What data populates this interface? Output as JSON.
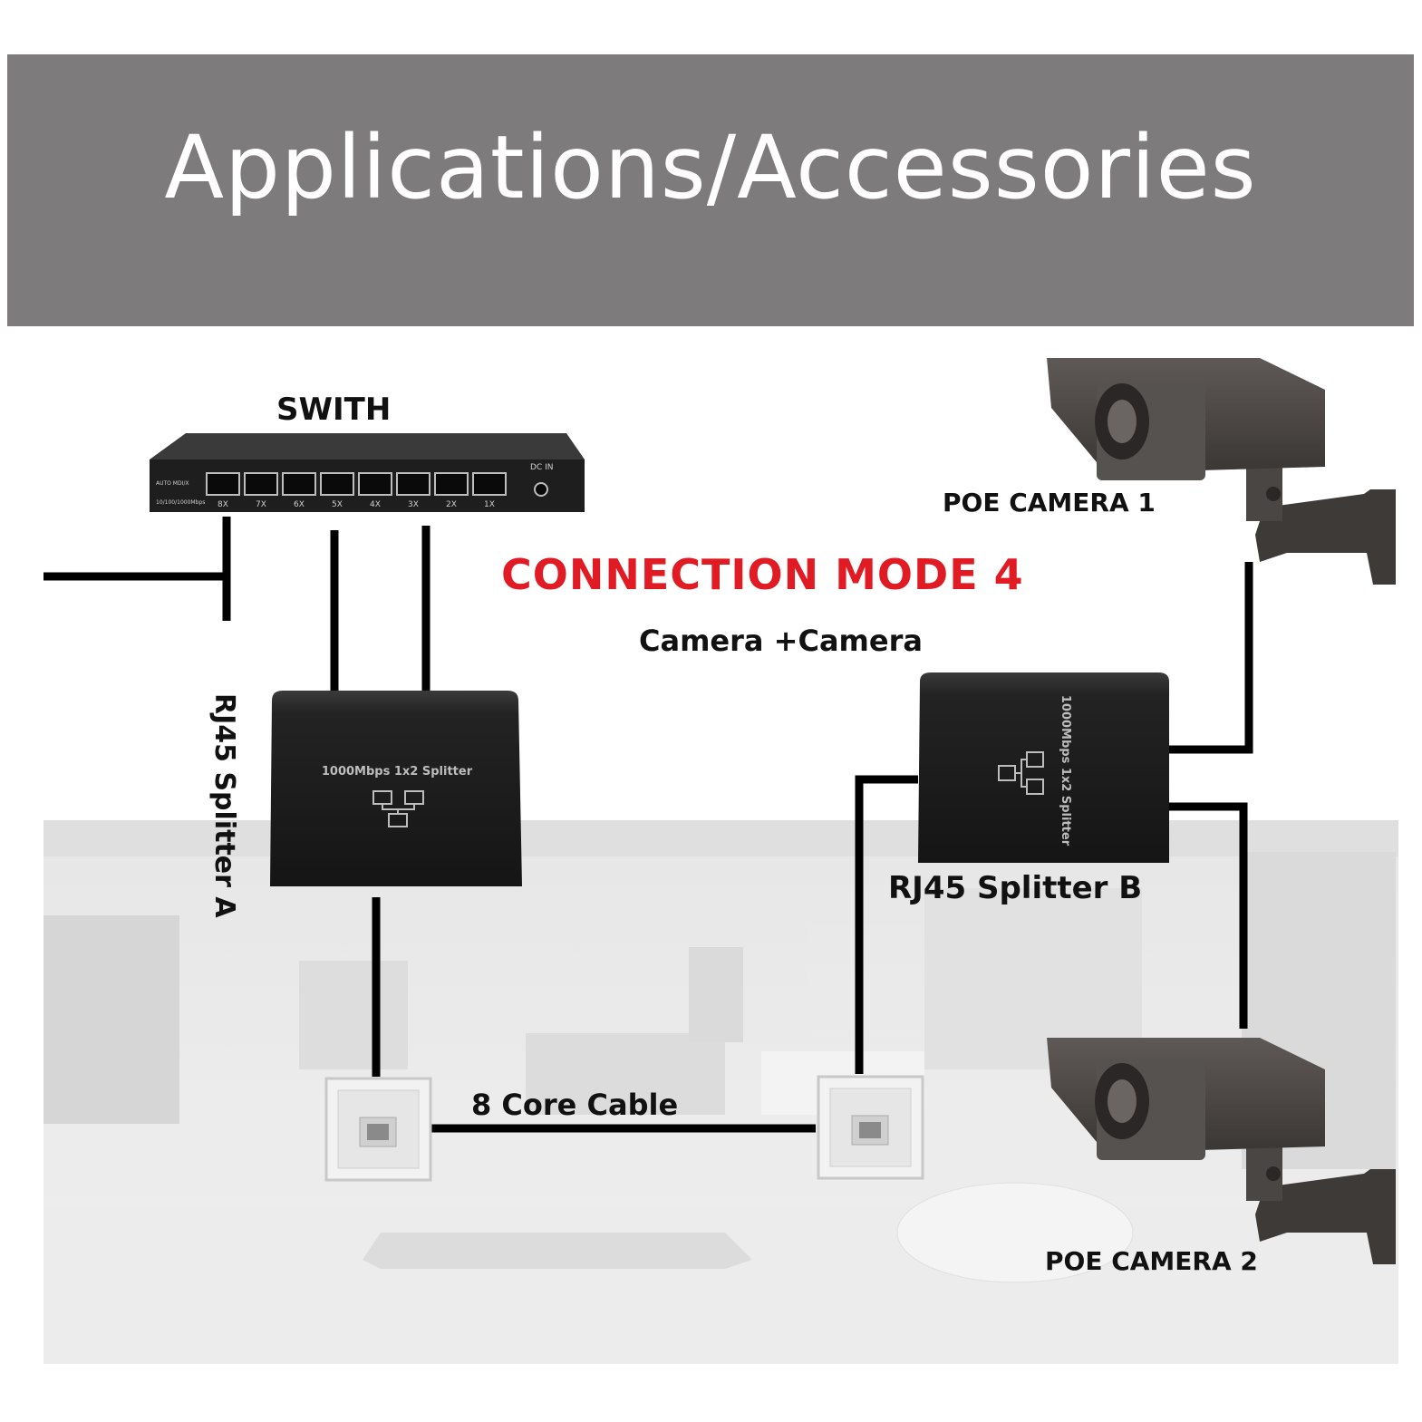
{
  "banner": {
    "title": "Applications/Accessories"
  },
  "diagram": {
    "mode_title": "CONNECTION MODE 4",
    "mode_subtitle": "Camera +Camera",
    "switch_label": "SWITH",
    "splitter_a_label": "RJ45 Splitter A",
    "splitter_b_label": "RJ45 Splitter B",
    "camera_1_label": "POE CAMERA 1",
    "camera_2_label": "POE CAMERA 2",
    "cable_label": "8 Core Cable",
    "splitter_text": "1000Mbps 1x2 Splitter",
    "switch_ports": [
      "8X",
      "7X",
      "6X",
      "5X",
      "4X",
      "3X",
      "2X",
      "1X"
    ],
    "switch_dc_label": "DC IN",
    "switch_mode_label": "AUTO MDI/X",
    "switch_speed_label": "10/100/1000Mbps"
  },
  "colors": {
    "banner": "#7d7b7b",
    "accent_red": "#e01b24",
    "device_dark": "#1f1f1f",
    "camera": "#4a4644"
  }
}
